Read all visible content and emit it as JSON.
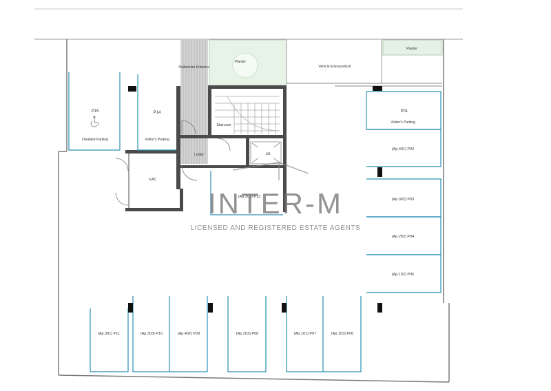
{
  "colors": {
    "bay_line": "#2a8fb5",
    "wall": "#4a4a4a",
    "planter_fill": "#e6f2e6",
    "ramp_fill": "#d2d2d2",
    "watermark": "#707070"
  },
  "spaces": {
    "pedestrian_entrance": "Pedestrian Entrance",
    "planter_top": "Planter",
    "planter_right": "Planter",
    "vehicle_entrance": "Vehicle Entrance/Exit",
    "staircase": "Staircase",
    "lobby": "Lobby",
    "lift": "Lift",
    "eac": "EAC"
  },
  "parking": {
    "p15": {
      "id": "P15",
      "note": "Disabled Parking"
    },
    "p14": {
      "id": "P14",
      "note": "Visitor's Parking"
    },
    "p01": {
      "id": "P01",
      "note": "Visitor's Parking"
    },
    "p02": "(Ap.401) P02",
    "p03": "(Ap.302) P03",
    "p04": "(Ap.202) P04",
    "p05": "(Ap.102) P05",
    "p13": "(Ap.201) P13",
    "p11": "(Ap.301) P11",
    "p10": "(Ap.303) P10",
    "p09": "(Ap.402) P09",
    "p08": "(Ap.203) P08",
    "p07": "(Ap.101) P07",
    "p06": "(Ap.103) P06"
  },
  "icons": {
    "accessibility": "wheelchair-icon"
  },
  "watermark": {
    "title": "INTER-M",
    "subtitle": "LICENSED AND REGISTERED ESTATE AGENTS"
  }
}
